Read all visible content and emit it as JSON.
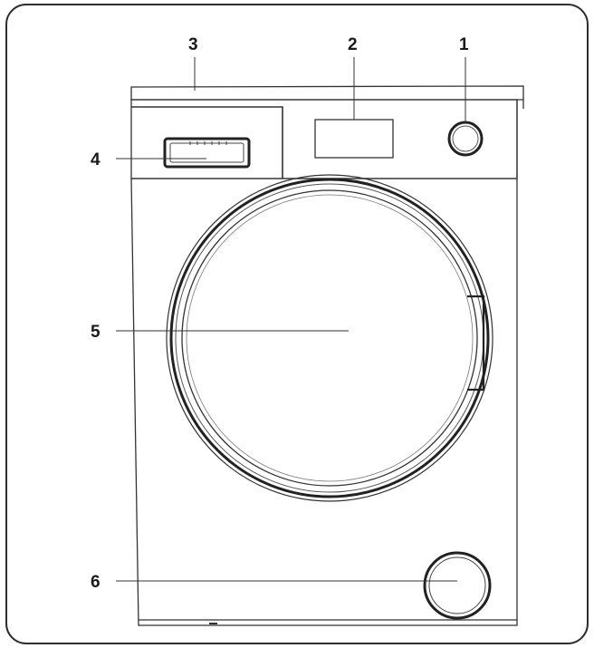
{
  "callouts": [
    {
      "label": "1"
    },
    {
      "label": "2"
    },
    {
      "label": "3"
    },
    {
      "label": "4"
    },
    {
      "label": "5"
    },
    {
      "label": "6"
    }
  ],
  "colors": {
    "frame": "#2e2e2e",
    "line": "#333333",
    "label": "#1a1a1a",
    "background": "#ffffff"
  }
}
